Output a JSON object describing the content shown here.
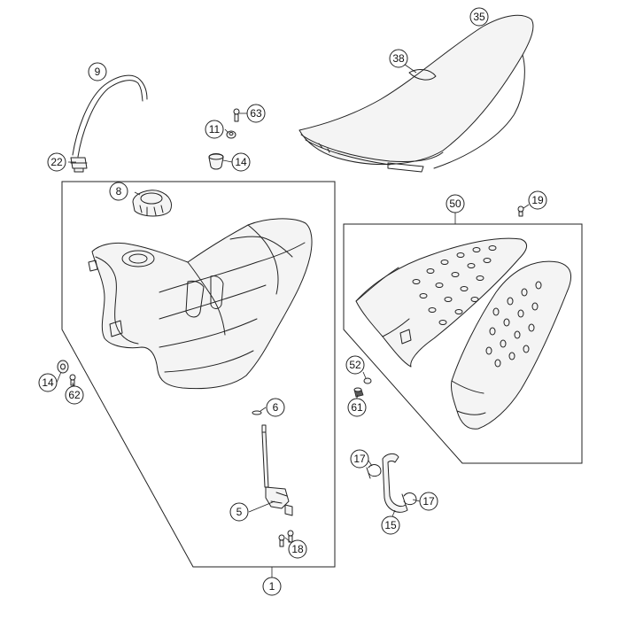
{
  "diagram": {
    "callouts": {
      "c1": "1",
      "c5": "5",
      "c6": "6",
      "c8": "8",
      "c9": "9",
      "c11": "11",
      "c14a": "14",
      "c14b": "14",
      "c15": "15",
      "c17a": "17",
      "c17b": "17",
      "c18": "18",
      "c19": "19",
      "c22": "22",
      "c35": "35",
      "c38": "38",
      "c50": "50",
      "c52": "52",
      "c61": "61",
      "c62": "62",
      "c63": "63"
    }
  }
}
